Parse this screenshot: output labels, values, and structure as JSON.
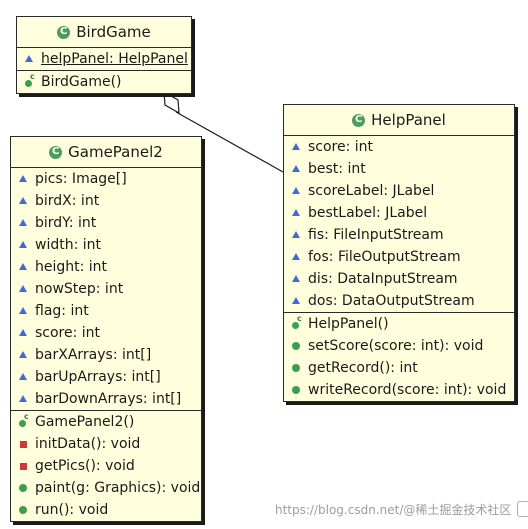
{
  "classes": {
    "birdgame": {
      "name": "BirdGame",
      "fields": [
        {
          "label": "helpPanel: HelpPanel",
          "kind": "field",
          "underline": true
        }
      ],
      "methods": [
        {
          "label": "BirdGame()",
          "kind": "constructor"
        }
      ]
    },
    "gamepanel2": {
      "name": "GamePanel2",
      "fields": [
        {
          "label": "pics: Image[]",
          "kind": "field"
        },
        {
          "label": "birdX: int",
          "kind": "field"
        },
        {
          "label": "birdY: int",
          "kind": "field"
        },
        {
          "label": "width: int",
          "kind": "field"
        },
        {
          "label": "height: int",
          "kind": "field"
        },
        {
          "label": "nowStep: int",
          "kind": "field"
        },
        {
          "label": "flag: int",
          "kind": "field"
        },
        {
          "label": "score: int",
          "kind": "field"
        },
        {
          "label": "barXArrays: int[]",
          "kind": "field"
        },
        {
          "label": "barUpArrays: int[]",
          "kind": "field"
        },
        {
          "label": "barDownArrays: int[]",
          "kind": "field"
        }
      ],
      "methods": [
        {
          "label": "GamePanel2()",
          "kind": "constructor"
        },
        {
          "label": "initData(): void",
          "kind": "private"
        },
        {
          "label": "getPics(): void",
          "kind": "private"
        },
        {
          "label": "paint(g: Graphics): void",
          "kind": "public"
        },
        {
          "label": "run(): void",
          "kind": "public"
        }
      ]
    },
    "helppanel": {
      "name": "HelpPanel",
      "fields": [
        {
          "label": "score: int",
          "kind": "field"
        },
        {
          "label": "best: int",
          "kind": "field"
        },
        {
          "label": "scoreLabel: JLabel",
          "kind": "field"
        },
        {
          "label": "bestLabel: JLabel",
          "kind": "field"
        },
        {
          "label": "fis: FileInputStream",
          "kind": "field"
        },
        {
          "label": "fos: FileOutputStream",
          "kind": "field"
        },
        {
          "label": "dis: DataInputStream",
          "kind": "field"
        },
        {
          "label": "dos: DataOutputStream",
          "kind": "field"
        }
      ],
      "methods": [
        {
          "label": "HelpPanel()",
          "kind": "constructor"
        },
        {
          "label": "setScore(score: int): void",
          "kind": "public"
        },
        {
          "label": "getRecord(): int",
          "kind": "public"
        },
        {
          "label": "writeRecord(score: int): void",
          "kind": "public"
        }
      ]
    }
  },
  "watermark": "https://blog.csdn.net/@稀土掘金技术社区"
}
